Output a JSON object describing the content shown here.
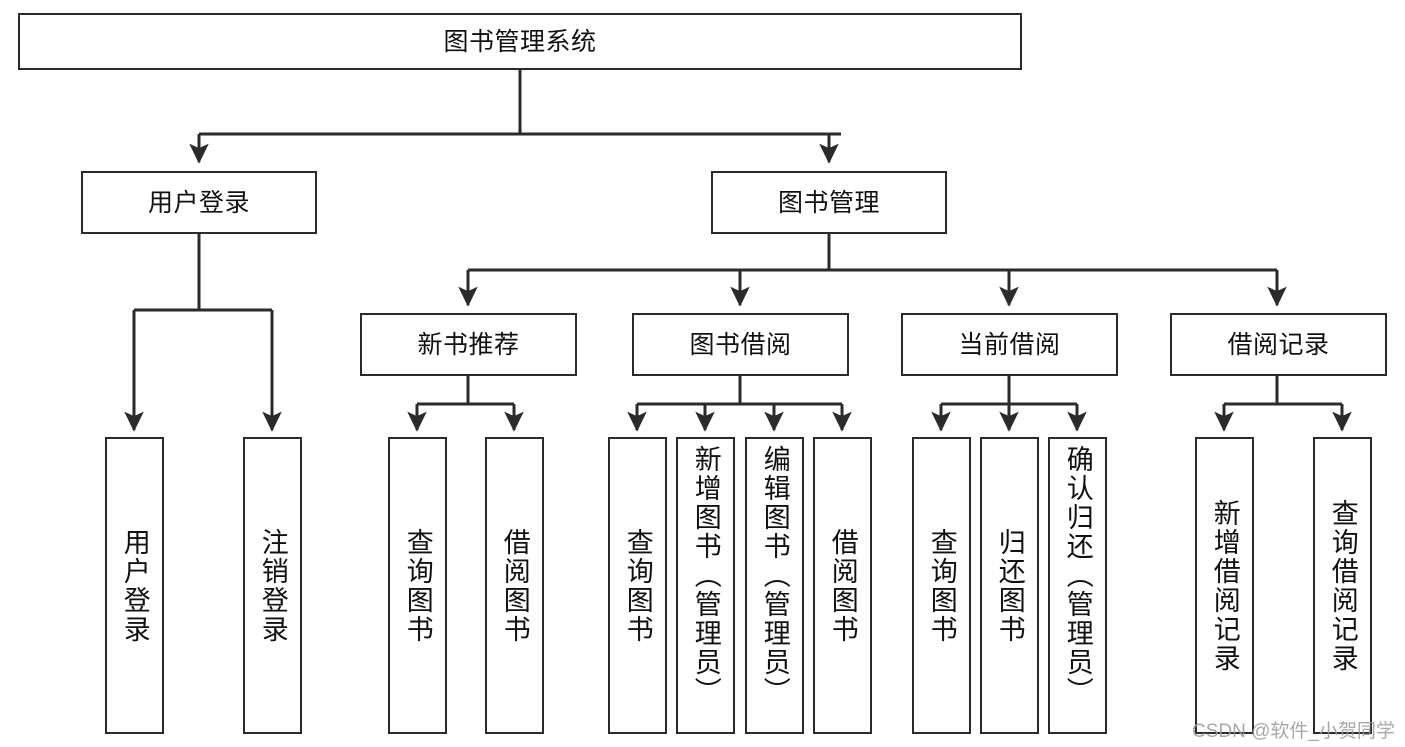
{
  "diagram": {
    "title": "图书管理系统",
    "type": "functional-structure-tree",
    "root": {
      "id": "root",
      "label": "图书管理系统"
    },
    "level2": [
      {
        "id": "user-login",
        "label": "用户登录"
      },
      {
        "id": "book-manage",
        "label": "图书管理"
      }
    ],
    "level3": [
      {
        "id": "new-book-rec",
        "label": "新书推荐",
        "parent": "book-manage"
      },
      {
        "id": "book-borrow",
        "label": "图书借阅",
        "parent": "book-manage"
      },
      {
        "id": "current-borrow",
        "label": "当前借阅",
        "parent": "book-manage"
      },
      {
        "id": "borrow-record",
        "label": "借阅记录",
        "parent": "book-manage"
      }
    ],
    "leaves": {
      "user_login": [
        {
          "id": "leaf-user-login",
          "label": "用户登录"
        },
        {
          "id": "leaf-user-logout",
          "label": "注销登录"
        }
      ],
      "new_book_rec": [
        {
          "id": "leaf-rec-query-book",
          "label": "查询图书"
        },
        {
          "id": "leaf-rec-borrow-book",
          "label": "借阅图书"
        }
      ],
      "book_borrow": [
        {
          "id": "leaf-bb-query-book",
          "label": "查询图书"
        },
        {
          "id": "leaf-bb-add-book",
          "label": "新增图书（管理员）"
        },
        {
          "id": "leaf-bb-edit-book",
          "label": "编辑图书（管理员）"
        },
        {
          "id": "leaf-bb-borrow-book",
          "label": "借阅图书"
        }
      ],
      "current_borrow": [
        {
          "id": "leaf-cb-query-book",
          "label": "查询图书"
        },
        {
          "id": "leaf-cb-return-book",
          "label": "归还图书"
        },
        {
          "id": "leaf-cb-confirm-return",
          "label": "确认归还（管理员）"
        }
      ],
      "borrow_record": [
        {
          "id": "leaf-br-add-record",
          "label": "新增借阅记录"
        },
        {
          "id": "leaf-br-query-record",
          "label": "查询借阅记录"
        }
      ]
    },
    "watermark": "CSDN @软件_小贺同学",
    "colors": {
      "stroke": "#2b2b2b",
      "fill": "#ffffff",
      "text": "#111111",
      "watermark": "#9a9a9a"
    }
  }
}
